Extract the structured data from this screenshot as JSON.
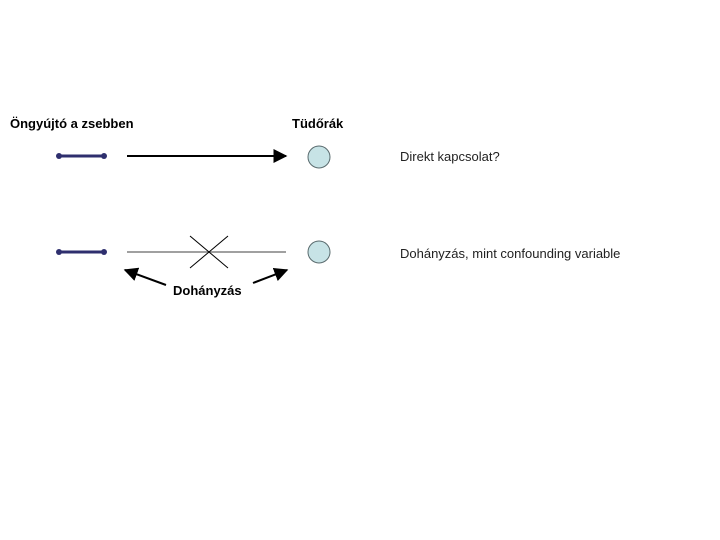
{
  "labels": {
    "exposure": "Öngyújtó a zsebben",
    "outcome": "Tüdőrák",
    "confounder": "Dohányzás"
  },
  "notes": {
    "direct": "Direkt kapcsolat?",
    "confounding": "Dohányzás, mint confounding variable"
  },
  "colors": {
    "cause_arrow": "#2e2f6e",
    "direct_arrow": "#000000",
    "crossed_line": "#808080",
    "outcome_circle_fill": "#c7e3e6",
    "outcome_circle_stroke": "#5a6b6e"
  }
}
